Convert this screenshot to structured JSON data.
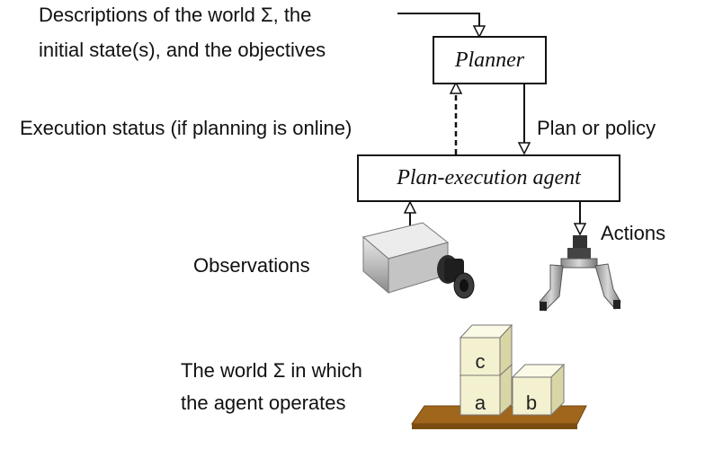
{
  "labels": {
    "descriptions_line1": "Descriptions of the world Σ, the",
    "descriptions_line2": "initial state(s), and the objectives",
    "execution_status": "Execution status (if planning is online)",
    "plan_or_policy": "Plan or policy",
    "actions": "Actions",
    "observations": "Observations",
    "world_line1": "The world Σ in which",
    "world_line2": "the agent operates"
  },
  "boxes": {
    "planner": "Planner",
    "agent": "Plan-execution agent"
  },
  "blocks": {
    "top": "c",
    "bottom_left": "a",
    "bottom_right": "b"
  },
  "icons": {
    "camera": "camera-icon",
    "gripper": "robot-gripper-icon"
  },
  "colors": {
    "block_face": "#f3f1cf",
    "block_side": "#d9d6a6",
    "block_top": "#fbfae6",
    "table": "#a0661c"
  }
}
